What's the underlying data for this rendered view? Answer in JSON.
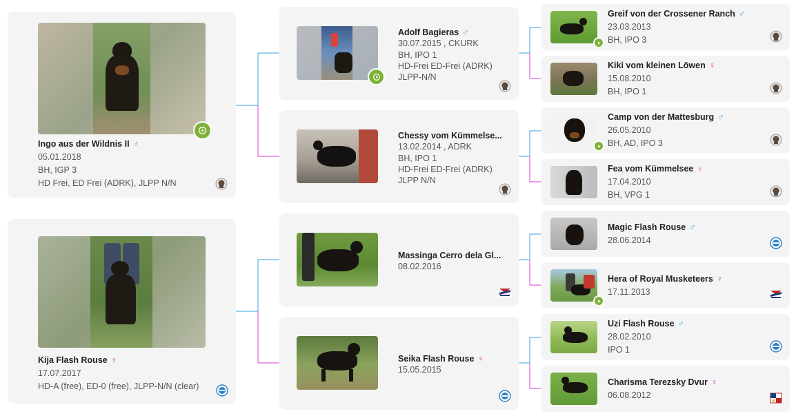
{
  "parents": [
    {
      "name": "Ingo aus der Wildnis II",
      "sex": "♂",
      "sex_class": "sex-m",
      "lines": [
        "05.01.2018",
        "BH, IGP 3",
        "HD Frei, ED Frei (ADRK), JLPP N/N"
      ],
      "video": true,
      "club": "adrk-logo-icon"
    },
    {
      "name": "Kija Flash Rouse",
      "sex": "♀",
      "sex_class": "sex-f",
      "lines": [
        "17.07.2017",
        "HD-A (free), ED-0 (free), JLPP-N/N (clear)"
      ],
      "video": false,
      "club": "fci-logo-icon"
    }
  ],
  "grandparents": [
    {
      "name": "Adolf Bagieras",
      "sex": "♂",
      "sex_class": "sex-m",
      "lines": [
        "30.07.2015 , CKURK",
        "BH, IPO 1",
        "HD-Frei ED-Frei (ADRK)",
        "JLPP-N/N"
      ],
      "video": true,
      "club": "adrk-logo-icon"
    },
    {
      "name": "Chessy vom Kümmelse...",
      "sex": "",
      "sex_class": "sex-f",
      "lines": [
        "13.02.2014 , ADRK",
        "BH, IPO 1",
        "HD-Frei ED-Frei (ADRK)",
        "JLPP N/N"
      ],
      "video": false,
      "club": "adrk-logo-icon"
    },
    {
      "name": "Massinga Cerro dela Gl...",
      "sex": "",
      "sex_class": "sex-f",
      "lines": [
        "08.02.2016"
      ],
      "video": false,
      "club": "central-canine-logo-icon"
    },
    {
      "name": "Seika Flash Rouse",
      "sex": "♀",
      "sex_class": "sex-f",
      "lines": [
        "15.05.2015"
      ],
      "video": false,
      "club": "fci-logo-icon"
    }
  ],
  "great_grandparents": [
    {
      "name": "Greif von der Crossener Ranch",
      "sex": "♂",
      "sex_class": "sex-m",
      "lines": [
        "23.03.2013",
        "BH, IPO 3"
      ],
      "video": true,
      "club": "adrk-logo-icon"
    },
    {
      "name": "Kiki vom kleinen Löwen",
      "sex": "♀",
      "sex_class": "sex-f",
      "lines": [
        "15.08.2010",
        "BH, IPO 1"
      ],
      "video": false,
      "club": "adrk-logo-icon"
    },
    {
      "name": "Camp von der Mattesburg",
      "sex": "♂",
      "sex_class": "sex-m",
      "lines": [
        "26.05.2010",
        "BH, AD, IPO 3"
      ],
      "video": true,
      "club": "adrk-logo-icon"
    },
    {
      "name": "Fea vom Kümmelsee",
      "sex": "♀",
      "sex_class": "sex-f",
      "lines": [
        "17.04.2010",
        "BH, VPG 1"
      ],
      "video": false,
      "club": "adrk-logo-icon"
    },
    {
      "name": "Magic Flash Rouse",
      "sex": "♂",
      "sex_class": "sex-m",
      "lines": [
        "28.06.2014"
      ],
      "video": false,
      "club": "fci-logo-icon"
    },
    {
      "name": "Hera of Royal Musketeers",
      "sex": "♀",
      "sex_class": "sex-f",
      "lines": [
        "17.11.2013"
      ],
      "video": true,
      "club": "central-canine-logo-icon"
    },
    {
      "name": "Uzi Flash Rouse",
      "sex": "♂",
      "sex_class": "sex-m",
      "lines": [
        "28.02.2010",
        "IPO 1"
      ],
      "video": false,
      "club": "fci-logo-icon"
    },
    {
      "name": "Charisma Terezsky Dvur",
      "sex": "♀",
      "sex_class": "sex-f",
      "lines": [
        "06.08.2012"
      ],
      "video": false,
      "club": "cmku-logo-icon"
    }
  ],
  "colors": {
    "male_line": "#3aa0e0",
    "female_line": "#d63cd1",
    "video_badge": "#7fb23a",
    "card_bg": "#f4f4f4"
  }
}
